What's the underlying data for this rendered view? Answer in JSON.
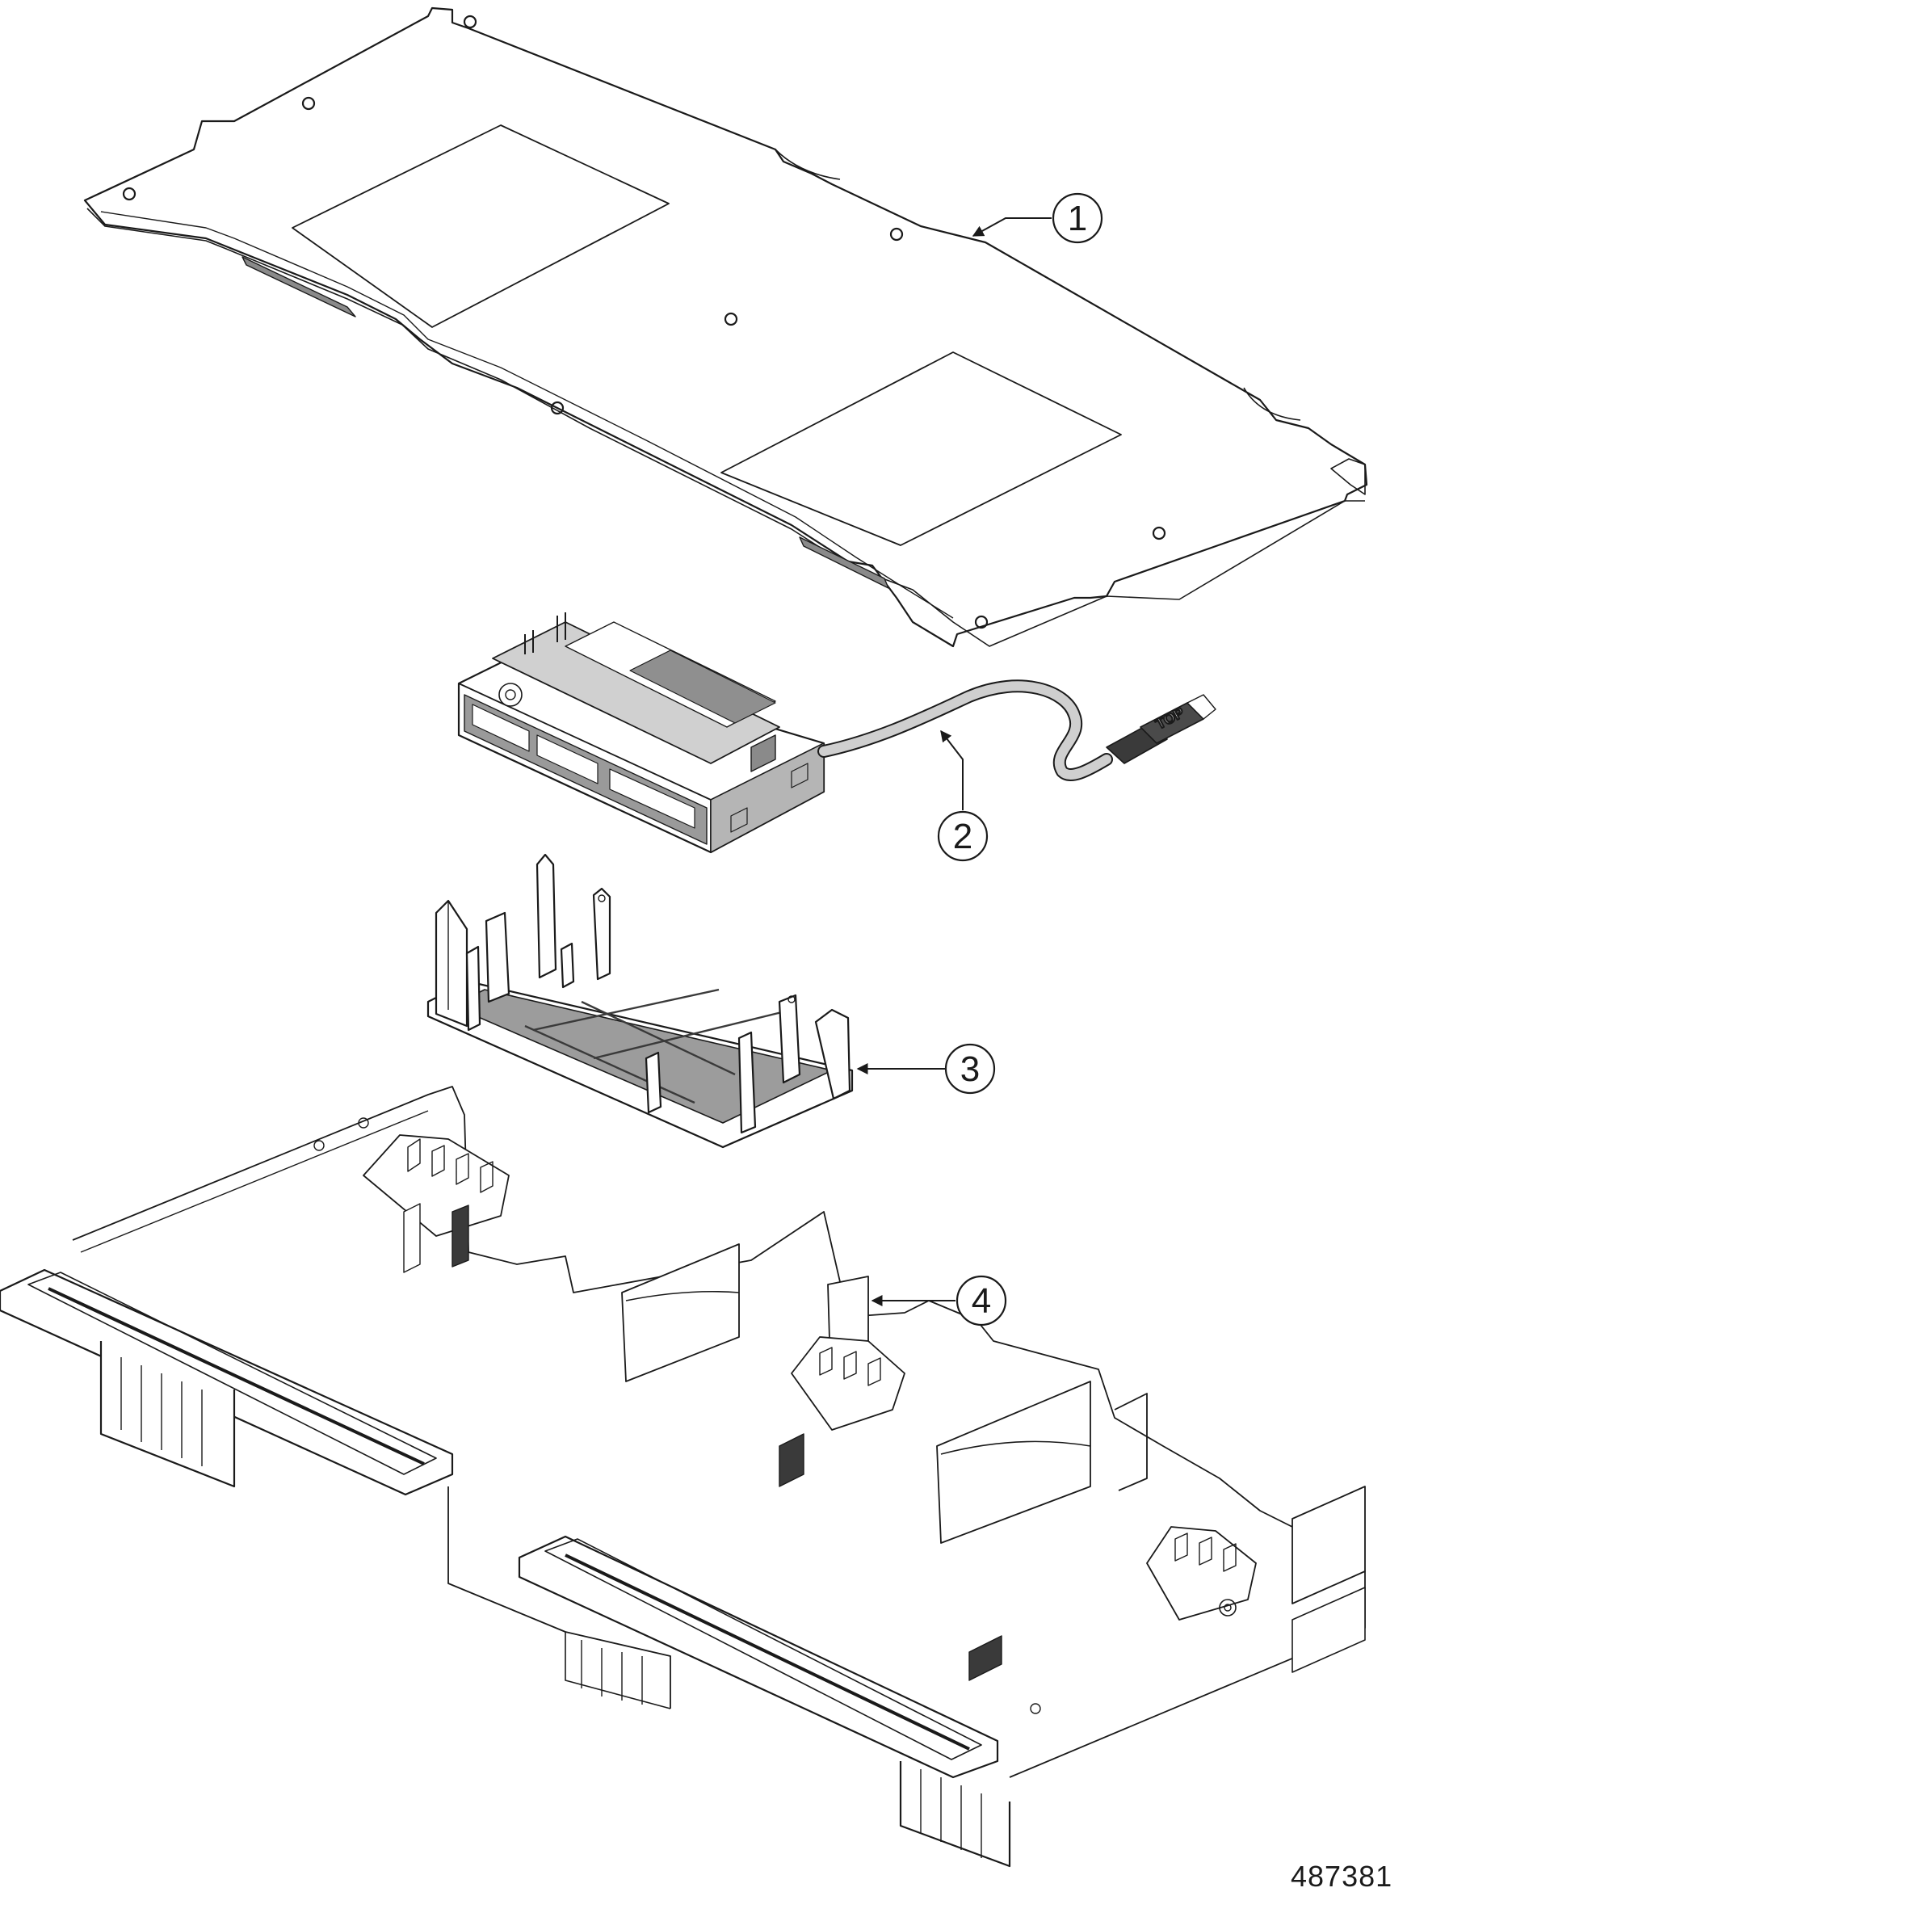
{
  "callouts": [
    {
      "label": "1"
    },
    {
      "label": "2"
    },
    {
      "label": "3"
    },
    {
      "label": "4"
    }
  ],
  "connector_tag": "TOP",
  "figure_number": "487381",
  "colors": {
    "line": "#1a1a1a",
    "shade": "#8a8a8a",
    "plate_fill": "#ffffff",
    "pcb_fill": "#d9d9d9"
  }
}
